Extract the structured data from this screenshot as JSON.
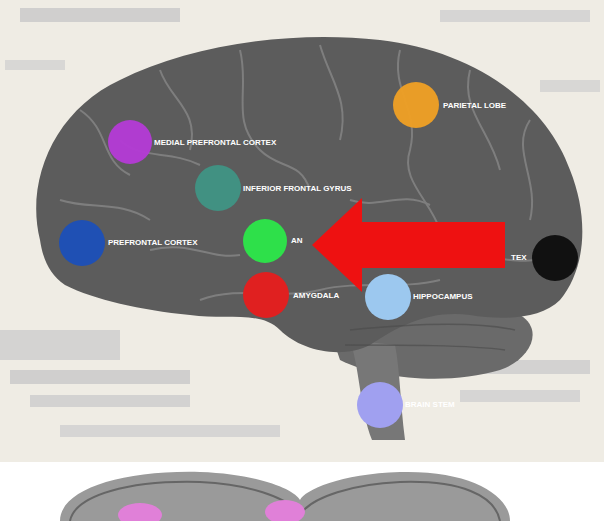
{
  "diagram": {
    "labels": [
      "MEDIAL PREFRONTAL CORTEX",
      "PARIETAL LOBE",
      "INFERIOR FRONTAL GYRUS",
      "PREFRONTAL CORTEX",
      "AN",
      "AMYGDALA",
      "HIPPOCAMPUS",
      "TEX",
      "BRAIN STEM"
    ]
  }
}
